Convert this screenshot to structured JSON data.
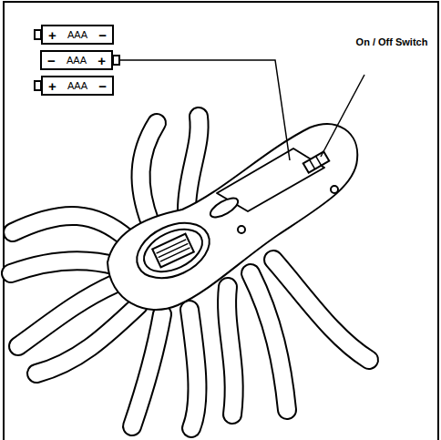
{
  "diagram": {
    "nodes": [
      {
        "text": [
          "+",
          "AAA",
          "−"
        ]
      },
      {
        "text": [
          "−",
          "AAA",
          "+"
        ]
      },
      {
        "text": [
          "+",
          "AAA",
          "−"
        ]
      }
    ],
    "labels": [
      "On / Off Switch"
    ]
  }
}
